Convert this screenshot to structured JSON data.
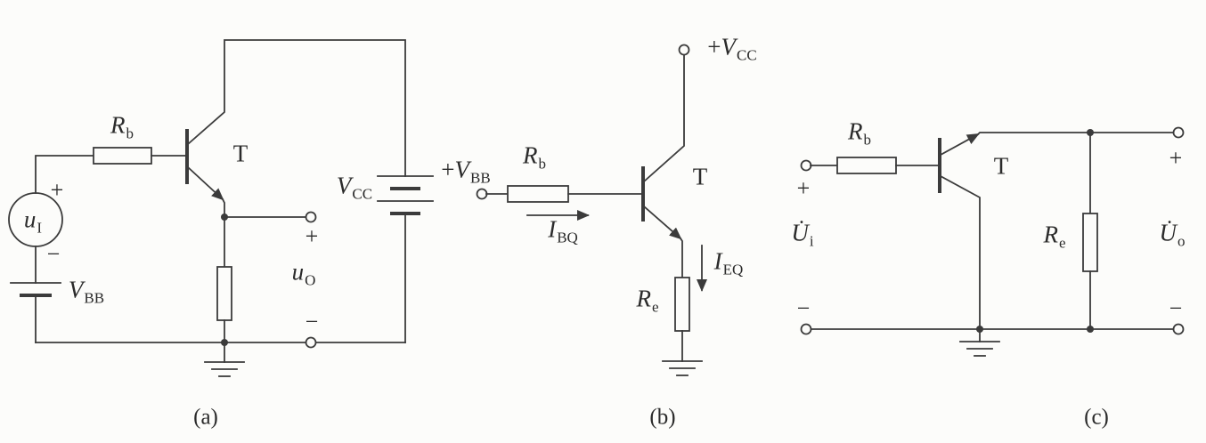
{
  "figure": {
    "background": "#fcfcfa",
    "line_color": "#3b3b3b",
    "text_color": "#2b2b2b"
  },
  "symbols": {
    "rb": {
      "base": "R",
      "sub": "b"
    },
    "re": {
      "base": "R",
      "sub": "e"
    },
    "transistor": "T",
    "vcc": {
      "base": "V",
      "sub": "CC"
    },
    "vbb": {
      "base": "V",
      "sub": "BB"
    },
    "vcc_plus": {
      "prefix": "+",
      "base": "V",
      "sub": "CC"
    },
    "vbb_plus": {
      "prefix": "+",
      "base": "V",
      "sub": "BB"
    },
    "u_in": {
      "base": "u",
      "sub": "I"
    },
    "u_out": {
      "base": "u",
      "sub": "O"
    },
    "i_bq": {
      "base": "I",
      "sub": "BQ"
    },
    "i_eq": {
      "base": "I",
      "sub": "EQ"
    },
    "U_in_dot": {
      "base": "U̇",
      "sub": "i"
    },
    "U_out_dot": {
      "base": "U̇",
      "sub": "o"
    },
    "plus": "+",
    "minus": "−"
  },
  "captions": {
    "a": "(a)",
    "b": "(b)",
    "c": "(c)"
  }
}
